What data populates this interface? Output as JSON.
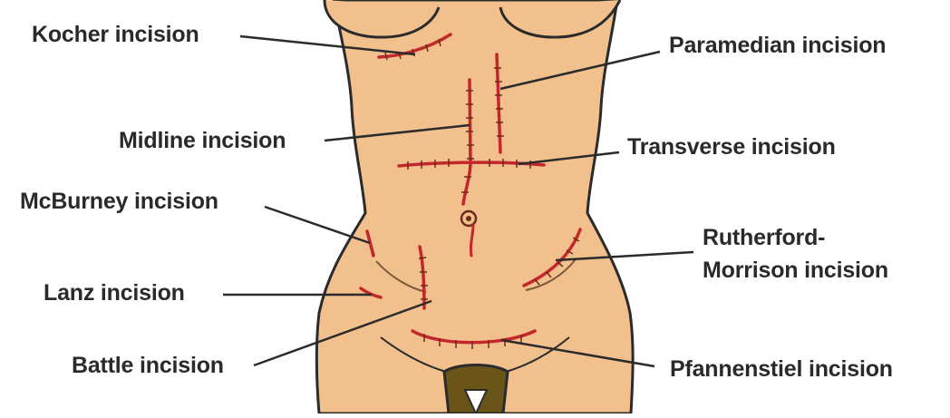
{
  "colors": {
    "skin": "#f1c08c",
    "outline": "#2b2b2b",
    "incision": "#c4272b",
    "stitch": "#6e2a1c",
    "pubic": "#6b5418",
    "leader": "#2b2b2b"
  },
  "labels": {
    "kocher": "Kocher incision",
    "midline": "Midline incision",
    "mcburney": "McBurney incision",
    "lanz": "Lanz incision",
    "battle": "Battle incision",
    "paramedian": "Paramedian incision",
    "transverse": "Transverse incision",
    "rutherford_line1": "Rutherford-",
    "rutherford_line2": "Morrison incision",
    "pfannenstiel": "Pfannenstiel incision"
  }
}
